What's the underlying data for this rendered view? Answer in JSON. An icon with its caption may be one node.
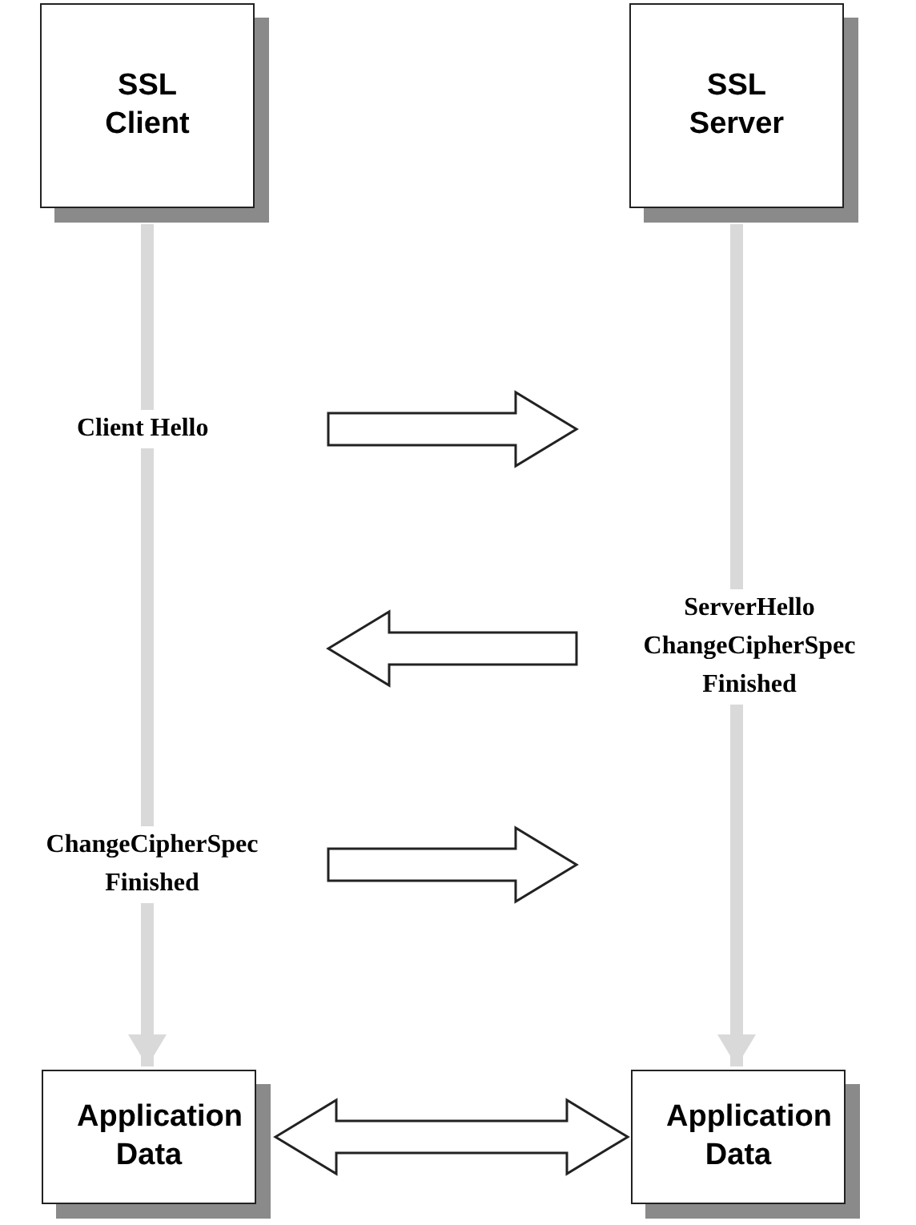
{
  "diagram": {
    "nodes": [
      {
        "text": [
          "SSL Client"
        ]
      },
      {
        "text": [
          "SSL Server"
        ]
      },
      {
        "text": [
          "Application Data"
        ]
      },
      {
        "text": [
          "Application Data"
        ]
      }
    ],
    "edges": [
      {
        "from": 0,
        "to": 2,
        "arrow": "to",
        "color": "#d9d9d9"
      },
      {
        "from": 1,
        "to": 3,
        "arrow": "to",
        "color": "#d9d9d9"
      },
      {
        "from": 2,
        "to": 3,
        "arrow": "both"
      }
    ],
    "labels": [
      "Client Hello",
      "ServerHello ChangeCipherSpec Finished",
      "ChangeCipherSpec Finished"
    ]
  }
}
